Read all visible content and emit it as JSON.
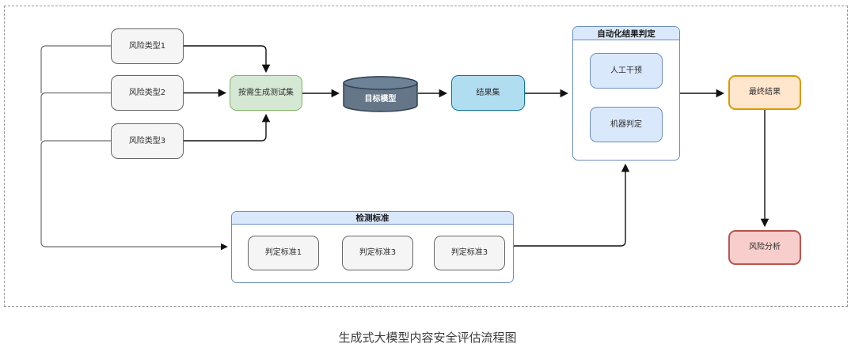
{
  "caption": "生成式大模型内容安全评估流程图",
  "nodes": {
    "risk_type_1": {
      "label": "风险类型1"
    },
    "risk_type_2": {
      "label": "风险类型2"
    },
    "risk_type_3": {
      "label": "风险类型3"
    },
    "generate_testset": {
      "label": "按需生成测试集"
    },
    "target_model": {
      "label": "目标模型"
    },
    "result_set": {
      "label": "结果集"
    },
    "auto_judgement": {
      "title": "自动化结果判定",
      "manual": "人工干预",
      "machine": "机器判定"
    },
    "final_result": {
      "label": "最终结果"
    },
    "risk_analysis": {
      "label": "风险分析"
    },
    "detection_standards": {
      "title": "检测标准",
      "std1": "判定标准1",
      "std2": "判定标准3",
      "std3": "判定标准3"
    }
  },
  "colors": {
    "gray_box_fill": "#f5f5f5",
    "gray_box_border": "#666666",
    "green_fill": "#d5e8d4",
    "green_border": "#82b366",
    "cylinder_fill": "#647687",
    "cylinder_border": "#314354",
    "result_fill": "#b1ddf0",
    "result_border": "#10739e",
    "blue_fill": "#dae8fc",
    "blue_border": "#6c8ebf",
    "orange_fill": "#ffe6cc",
    "orange_border": "#d79b00",
    "red_fill": "#f8cecc",
    "red_border": "#b85450",
    "arrow": "#111111",
    "tree_connector": "#6e6e6e",
    "dashed_border": "#9a9a9a"
  }
}
